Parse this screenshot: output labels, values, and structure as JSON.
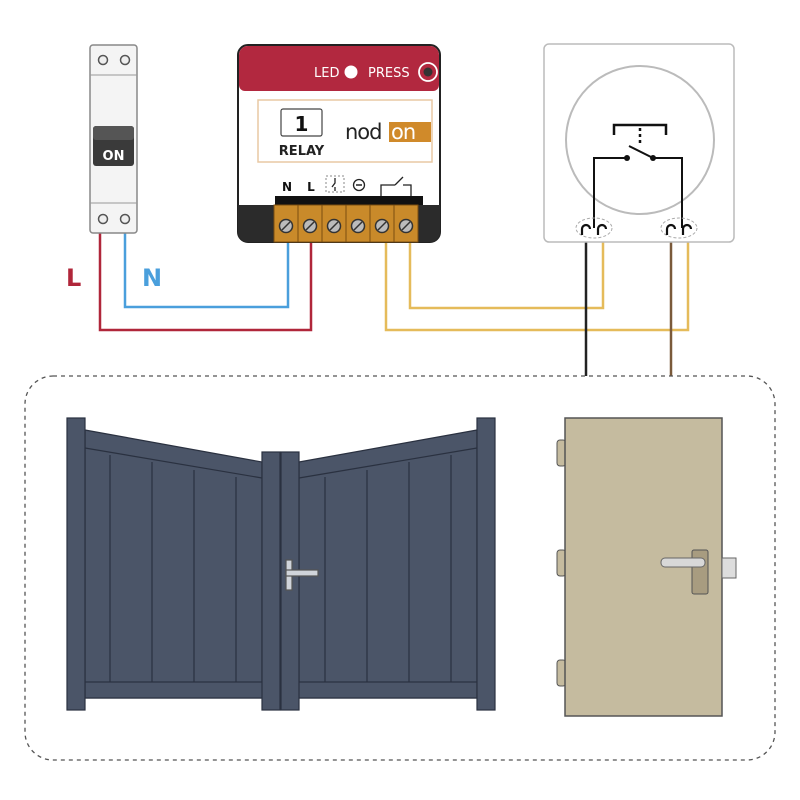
{
  "breaker": {
    "state_label": "ON"
  },
  "relay": {
    "led_label": "LED",
    "press_label": "PRESS",
    "channel_number": "1",
    "type_label": "RELAY",
    "brand_logo": "nodon",
    "terminal_labels": {
      "neutral": "N",
      "live": "L"
    }
  },
  "wire_labels": {
    "live": "L",
    "neutral": "N"
  },
  "colors": {
    "live": "#b0263a",
    "neutral": "#4a9fdc",
    "dry_contact": "#e5bb5a",
    "relay_red": "#b2283f",
    "terminal": "#c98a2a",
    "gate": "#4b5568",
    "door": "#c5bb9f"
  }
}
